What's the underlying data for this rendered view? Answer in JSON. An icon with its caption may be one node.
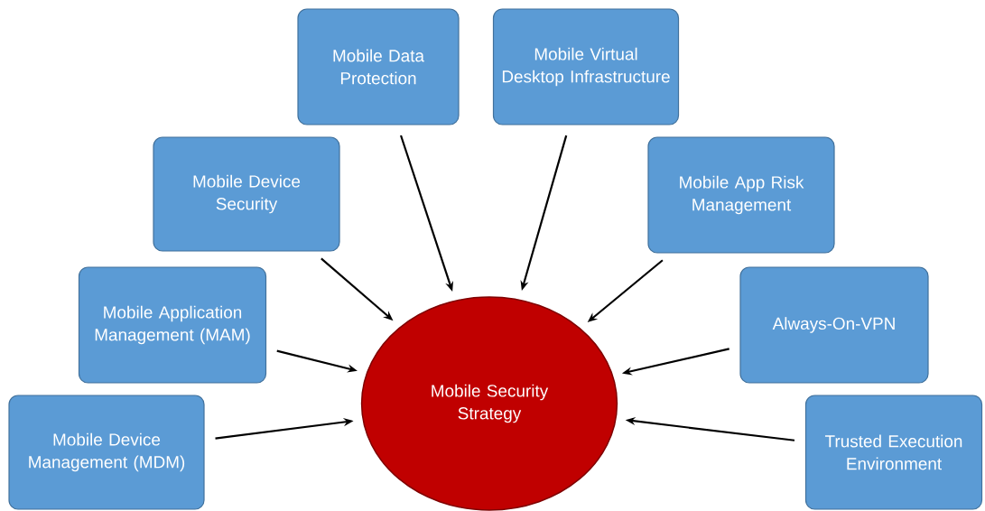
{
  "diagram": {
    "nodes": [
      {
        "text": [
          "Mobile Data Protection"
        ]
      },
      {
        "text": [
          "Mobile Virtual Desktop Infrastructure"
        ]
      },
      {
        "text": [
          "Mobile Device Security"
        ]
      },
      {
        "text": [
          "Mobile App Risk Management"
        ]
      },
      {
        "text": [
          "Mobile Application Management (MAM)"
        ]
      },
      {
        "text": [
          "Always-On-VPN"
        ]
      },
      {
        "text": [
          "Mobile Device Management (MDM)"
        ]
      },
      {
        "text": [
          "Trusted Execution Environment"
        ]
      },
      {
        "text": [
          "Mobile Security Strategy"
        ]
      }
    ],
    "edges": [
      {
        "from": 0,
        "to": 8,
        "arrow": "to"
      },
      {
        "from": 1,
        "to": 8,
        "arrow": "to"
      },
      {
        "from": 2,
        "to": 8,
        "arrow": "to"
      },
      {
        "from": 3,
        "to": 8,
        "arrow": "to"
      },
      {
        "from": 4,
        "to": 8,
        "arrow": "to"
      },
      {
        "from": 5,
        "to": 8,
        "arrow": "to"
      },
      {
        "from": 6,
        "to": 8,
        "arrow": "to"
      },
      {
        "from": 7,
        "to": 8,
        "arrow": "to"
      }
    ]
  }
}
